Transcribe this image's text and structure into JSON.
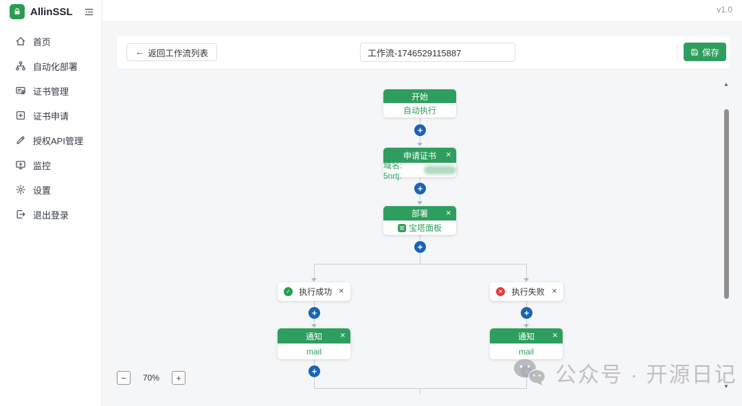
{
  "app": {
    "name": "AllinSSL",
    "version": "v1.0"
  },
  "icons": {
    "plus": "+",
    "minus": "−",
    "close": "✕",
    "check": "✓",
    "cross": "✕",
    "back_arrow": "←",
    "scroll_up": "▲",
    "scroll_down": "▼"
  },
  "sidebar": {
    "items": [
      {
        "label": "首页",
        "icon": "home-icon"
      },
      {
        "label": "自动化部署",
        "icon": "workflow-icon"
      },
      {
        "label": "证书管理",
        "icon": "certificate-icon"
      },
      {
        "label": "证书申请",
        "icon": "certificate-add-icon"
      },
      {
        "label": "授权API管理",
        "icon": "api-key-icon"
      },
      {
        "label": "监控",
        "icon": "monitor-icon"
      },
      {
        "label": "设置",
        "icon": "settings-icon"
      },
      {
        "label": "退出登录",
        "icon": "logout-icon"
      }
    ]
  },
  "toolbar": {
    "back_label": "返回工作流列表",
    "workflow_name": "工作流-1746529115887",
    "save_label": "保存"
  },
  "workflow": {
    "start": {
      "title": "开始",
      "body": "自动执行"
    },
    "apply": {
      "title": "申请证书",
      "domain_label": "域名: 5nrtj."
    },
    "deploy": {
      "title": "部署",
      "provider": "宝塔面板"
    },
    "branch_success": {
      "label": "执行成功"
    },
    "branch_fail": {
      "label": "执行失败"
    },
    "notify_success": {
      "title": "通知",
      "channel": "mail"
    },
    "notify_fail": {
      "title": "通知",
      "channel": "mail"
    },
    "zoom_level": "70%"
  },
  "watermark": {
    "text": "公众号 · 开源日记"
  },
  "colors": {
    "primary_green": "#2e9e5e",
    "plus_blue": "#1a63b5",
    "success_green": "#22a050",
    "error_red": "#e23c3c",
    "canvas_bg": "#f5f6f8"
  }
}
